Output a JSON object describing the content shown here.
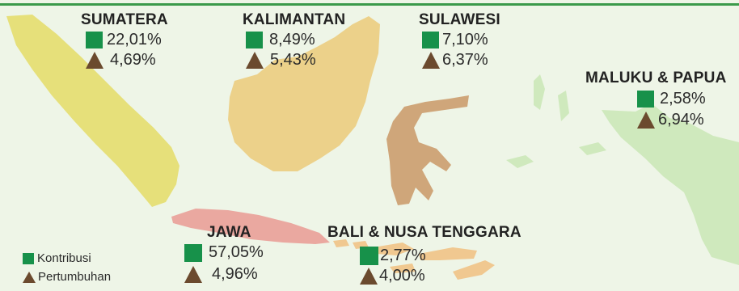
{
  "colors": {
    "sumatera": "#e6e07a",
    "kalimantan": "#ecd18a",
    "sulawesi": "#cfa67a",
    "jawa": "#eaa8a0",
    "bali_nusa": "#f0c890",
    "maluku_papua": "#cfe9bd",
    "kontribusi": "#17914a",
    "pertumbuhan": "#6b4a2e",
    "top_line": "#3a9a4a"
  },
  "icons": {
    "kontribusi": "green-square",
    "pertumbuhan": "brown-triangle"
  },
  "regions": {
    "sumatera": {
      "name": "SUMATERA",
      "kontribusi": "22,01%",
      "pertumbuhan": "4,69%"
    },
    "kalimantan": {
      "name": "KALIMANTAN",
      "kontribusi": "8,49%",
      "pertumbuhan": "5,43%"
    },
    "sulawesi": {
      "name": "SULAWESI",
      "kontribusi": "7,10%",
      "pertumbuhan": "6,37%"
    },
    "maluku_papua": {
      "name": "MALUKU & PAPUA",
      "kontribusi": "2,58%",
      "pertumbuhan": "6,94%"
    },
    "jawa": {
      "name": "JAWA",
      "kontribusi": "57,05%",
      "pertumbuhan": "4,96%"
    },
    "bali_nusa": {
      "name": "BALI & NUSA TENGGARA",
      "kontribusi": "2,77%",
      "pertumbuhan": "4,00%"
    }
  },
  "legend": {
    "kontribusi": "Kontribusi",
    "pertumbuhan": "Pertumbuhan"
  }
}
